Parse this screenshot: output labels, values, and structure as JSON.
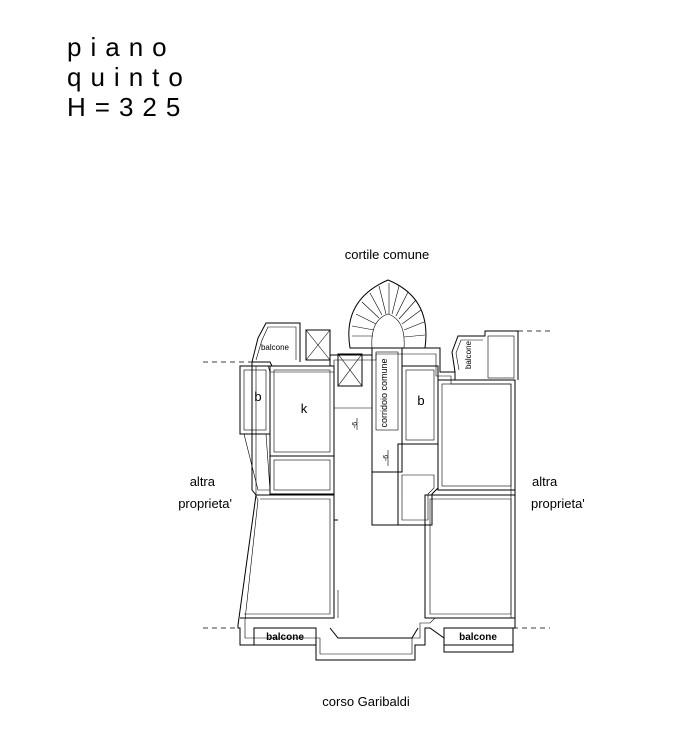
{
  "title": {
    "line1": "piano",
    "line2": "quinto",
    "line3": "H=325"
  },
  "labels": {
    "cortile": "cortile comune",
    "corso": "corso Garibaldi",
    "altra_left_1": "altra",
    "altra_left_2": "proprieta'",
    "altra_right_1": "altra",
    "altra_right_2": "proprieta'",
    "balcone_top_left": "balcone",
    "balcone_top_right": "balcone",
    "balcone_bottom_left": "balcone",
    "balcone_bottom_right": "balcone",
    "room_b_left": "b",
    "room_k": "k",
    "room_b_right": "b",
    "corridoio": "corridoio comune",
    "level_mark_1": "-6",
    "level_mark_2": "-6"
  }
}
